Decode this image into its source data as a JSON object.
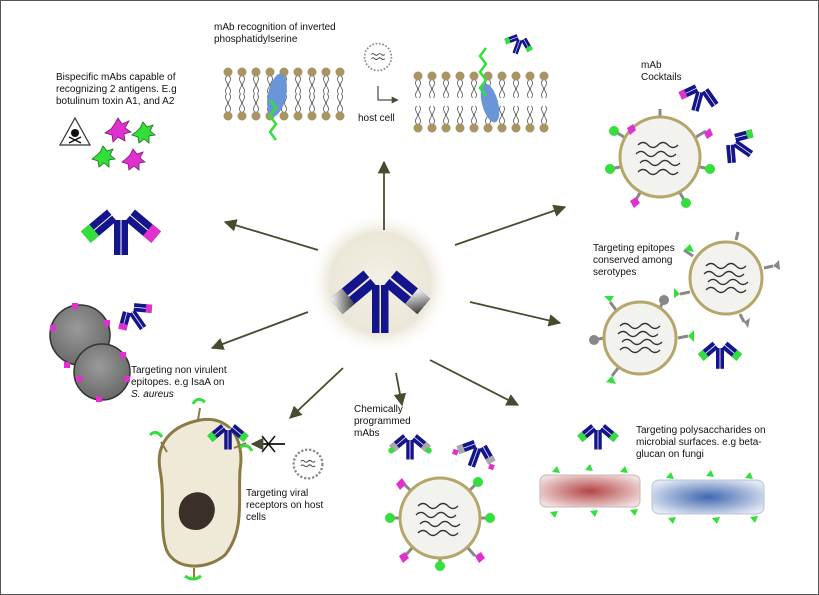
{
  "labels": {
    "inverted_ps": "mAb recognition of inverted\nphosphatidylserine",
    "host_cell": "host cell",
    "bispecific": "Bispecific mAbs capable of\nrecognizing 2 antigens. E.g\nbotulinum toxin A1, and A2",
    "cocktails": "mAb\nCocktails",
    "conserved": "Targeting epitopes\nconserved among\nserotypes",
    "nonvirulent": "Targeting non virulent\nepitopes. e.g IsaA on",
    "nonvirulent_species": "S. aureus",
    "chemically": "Chemically\nprogrammed\nmAbs",
    "viral_receptors": "Targeting viral\nreceptors on host\ncells",
    "polysaccharides": "Targeting polysaccharides on\nmicrobial surfaces. e.g beta-\nglucan on fungi"
  },
  "colors": {
    "antibody_blue": "#14148c",
    "antigen_green": "#33e03a",
    "antigen_magenta": "#e030d0",
    "arrow": "#4a4a30",
    "virus_body": "#f2f2ef",
    "virus_rim": "#b5a66a",
    "red_cell": "#c86a6a",
    "blue_cell": "#5a7ab8"
  },
  "icons": [
    "skull-crossbones-icon",
    "antibody-icon",
    "virus-icon",
    "bacterium-icon",
    "host-cell-icon",
    "lipid-bilayer-icon"
  ]
}
